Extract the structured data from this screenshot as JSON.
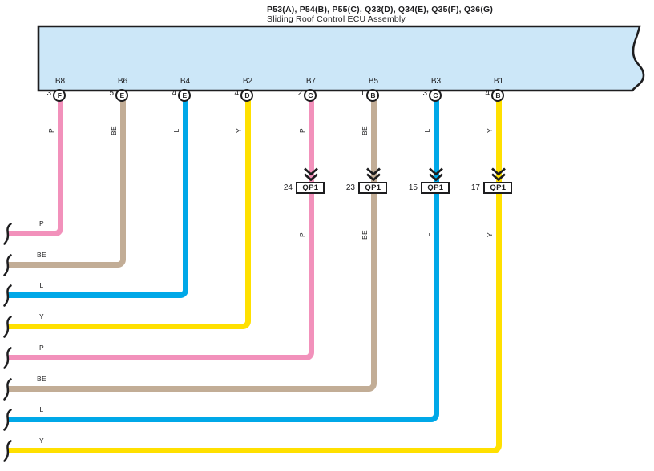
{
  "diagram": {
    "title_line1": "P53(A), P54(B), P55(C), Q33(D), Q34(E), Q35(F), Q36(G)",
    "title_line2": "Sliding Roof Control ECU Assembly"
  },
  "colors": {
    "ecu_fill": "#cce7f8",
    "line": "#1d1d1f",
    "wire_P": "#f291bb",
    "wire_BE": "#c2ad96",
    "wire_L": "#00a8e8",
    "wire_Y": "#ffe000"
  },
  "splice_label": "QP1",
  "pins": [
    {
      "connector": "B8",
      "pin_no": "3",
      "connector_letter": "F",
      "wire_color": "P",
      "splice_pin": null
    },
    {
      "connector": "B6",
      "pin_no": "5",
      "connector_letter": "E",
      "wire_color": "BE",
      "splice_pin": null
    },
    {
      "connector": "B4",
      "pin_no": "4",
      "connector_letter": "E",
      "wire_color": "L",
      "splice_pin": null
    },
    {
      "connector": "B2",
      "pin_no": "4",
      "connector_letter": "D",
      "wire_color": "Y",
      "splice_pin": null
    },
    {
      "connector": "B7",
      "pin_no": "2",
      "connector_letter": "C",
      "wire_color": "P",
      "splice_pin": "24"
    },
    {
      "connector": "B5",
      "pin_no": "1",
      "connector_letter": "B",
      "wire_color": "BE",
      "splice_pin": "23"
    },
    {
      "connector": "B3",
      "pin_no": "3",
      "connector_letter": "C",
      "wire_color": "L",
      "splice_pin": "15"
    },
    {
      "connector": "B1",
      "pin_no": "4",
      "connector_letter": "B",
      "wire_color": "Y",
      "splice_pin": "17"
    }
  ]
}
